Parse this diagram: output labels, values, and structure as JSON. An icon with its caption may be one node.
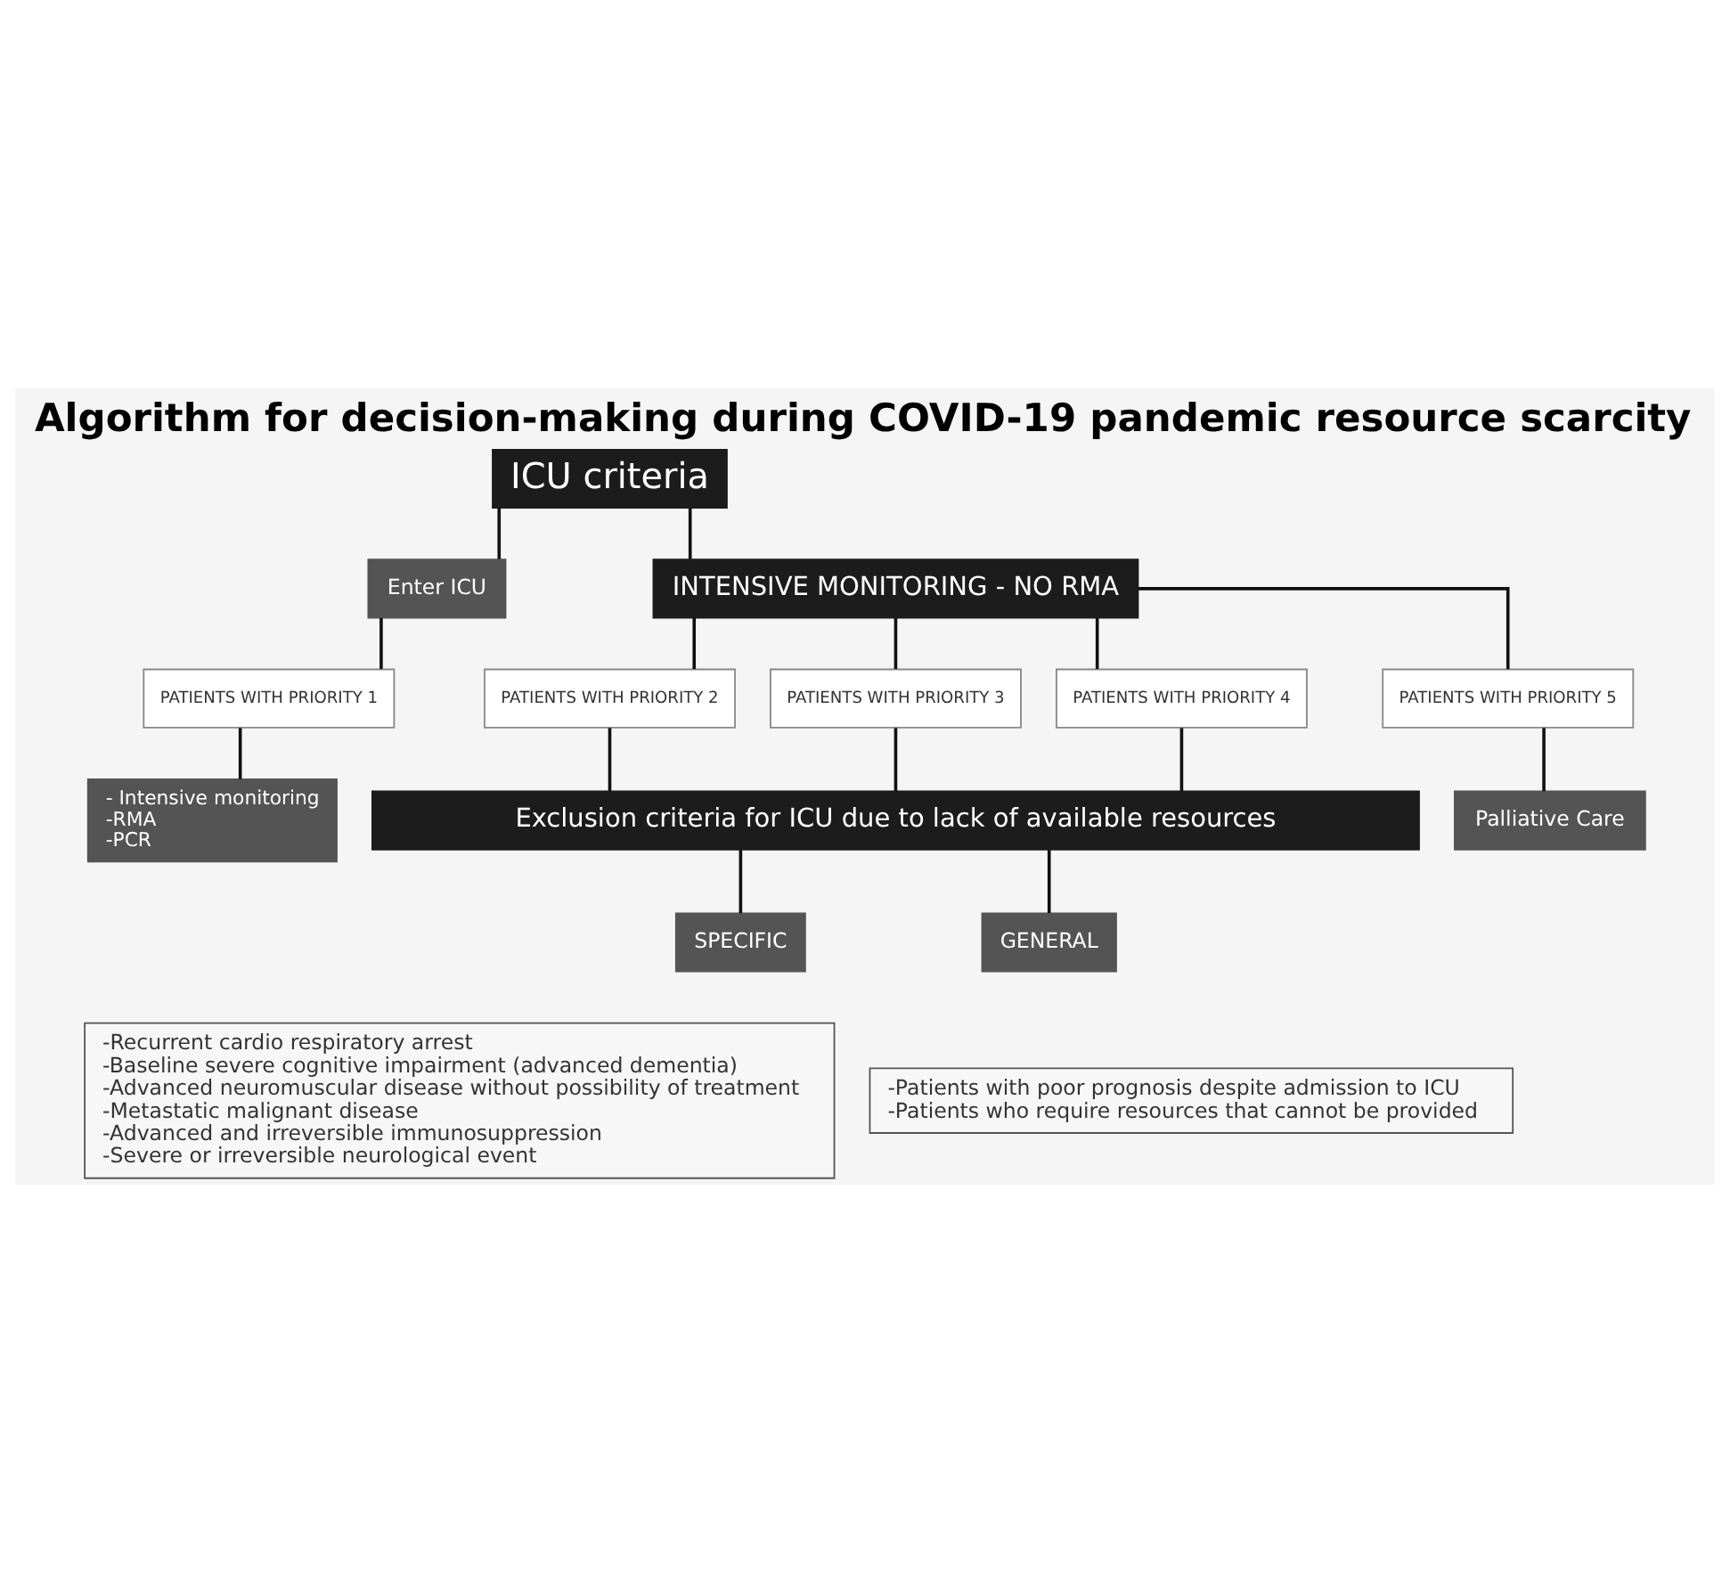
{
  "diagram": {
    "title": "Algorithm for decision-making during COVID-19 pandemic resource scarcity",
    "nodes": [
      {
        "text": [
          "ICU criteria"
        ]
      },
      {
        "text": [
          "Enter ICU"
        ]
      },
      {
        "text": [
          "INTENSIVE MONITORING - NO RMA"
        ]
      },
      {
        "text": [
          "PATIENTS WITH PRIORITY 1"
        ]
      },
      {
        "text": [
          "PATIENTS WITH PRIORITY 2"
        ]
      },
      {
        "text": [
          "PATIENTS WITH PRIORITY 3"
        ]
      },
      {
        "text": [
          "PATIENTS WITH PRIORITY 4"
        ]
      },
      {
        "text": [
          "PATIENTS WITH PRIORITY 5"
        ]
      },
      {
        "text": [
          "- Intensive monitoring",
          "-RMA",
          "-PCR"
        ]
      },
      {
        "text": [
          "Palliative Care"
        ]
      },
      {
        "text": [
          "Exclusion criteria for ICU due to lack of available resources"
        ]
      },
      {
        "text": [
          "SPECIFIC"
        ]
      },
      {
        "text": [
          "GENERAL"
        ]
      },
      {
        "text": [
          "-Recurrent cardio respiratory arrest",
          "-Baseline severe cognitive impairment (advanced dementia)",
          "-Advanced neuromuscular disease without possibility of treatment",
          "-Metastatic malignant disease",
          "-Advanced and irreversible immunosuppression",
          "-Severe or irreversible neurological event"
        ]
      },
      {
        "text": [
          "-Patients with poor prognosis despite admission to ICU",
          "-Patients who require resources that cannot be provided"
        ]
      }
    ],
    "edges": [
      {
        "from": 0,
        "to": 1,
        "arrow": "none"
      },
      {
        "from": 0,
        "to": 2,
        "arrow": "none"
      },
      {
        "from": 1,
        "to": 3,
        "arrow": "none"
      },
      {
        "from": 3,
        "to": 8,
        "arrow": "none"
      },
      {
        "from": 2,
        "to": 4,
        "arrow": "none"
      },
      {
        "from": 2,
        "to": 5,
        "arrow": "none"
      },
      {
        "from": 2,
        "to": 6,
        "arrow": "none"
      },
      {
        "from": 2,
        "to": 7,
        "arrow": "none"
      },
      {
        "from": 7,
        "to": 9,
        "arrow": "none"
      },
      {
        "from": 4,
        "to": 10,
        "arrow": "none"
      },
      {
        "from": 5,
        "to": 10,
        "arrow": "none"
      },
      {
        "from": 6,
        "to": 10,
        "arrow": "none"
      },
      {
        "from": 10,
        "to": 11,
        "arrow": "none"
      },
      {
        "from": 10,
        "to": 12,
        "arrow": "none"
      }
    ]
  }
}
